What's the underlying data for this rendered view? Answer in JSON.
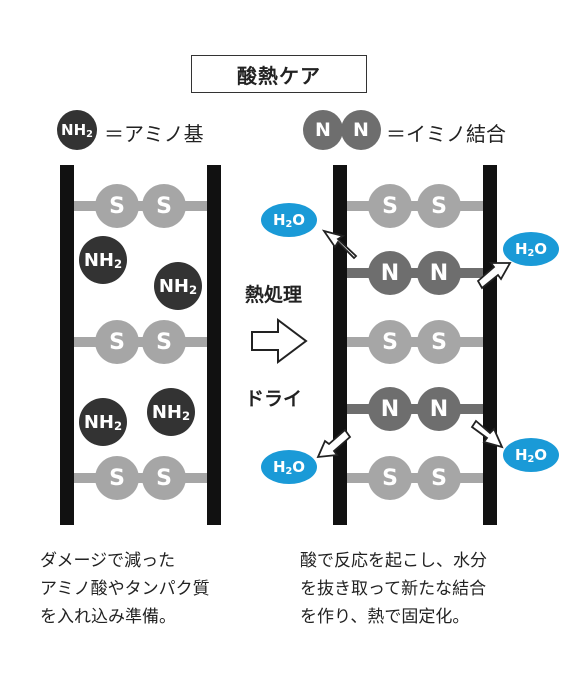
{
  "title": "酸熱ケア",
  "legend": {
    "amino_circle": "NH2",
    "amino_text": "＝アミノ基",
    "imino_circle_1": "N",
    "imino_circle_2": "N",
    "imino_text": "＝イミノ結合"
  },
  "sulfur_label": "S",
  "nitrogen_label": "N",
  "amino_label": "NH2",
  "water_label": "H2O",
  "process_label_top": "熱処理",
  "process_label_bottom": "ドライ",
  "captions": {
    "left": [
      "ダメージで減った",
      "アミノ酸やタンパク質",
      "を入れ込み準備。"
    ],
    "right": [
      "酸で反応を起こし、水分",
      "を抜き取って新たな結合",
      "を作り、熱で固定化。"
    ]
  },
  "colors": {
    "rail": "#111111",
    "sulfur": "#a6a6a6",
    "nitrogen": "#6e6e6e",
    "amino": "#333333",
    "water": "#1a9ad7"
  }
}
